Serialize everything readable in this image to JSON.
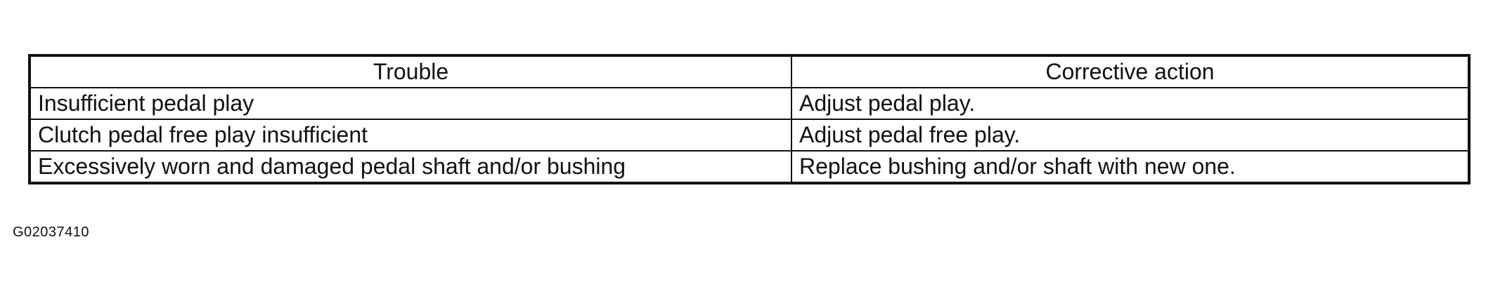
{
  "table": {
    "headers": [
      "Trouble",
      "Corrective action"
    ],
    "rows": [
      [
        "Insufficient pedal play",
        "Adjust pedal play."
      ],
      [
        "Clutch pedal free play insufficient",
        "Adjust pedal free play."
      ],
      [
        "Excessively worn and damaged pedal shaft and/or bushing",
        "Replace bushing and/or shaft with new one."
      ]
    ]
  },
  "figure_code": "G02037410"
}
